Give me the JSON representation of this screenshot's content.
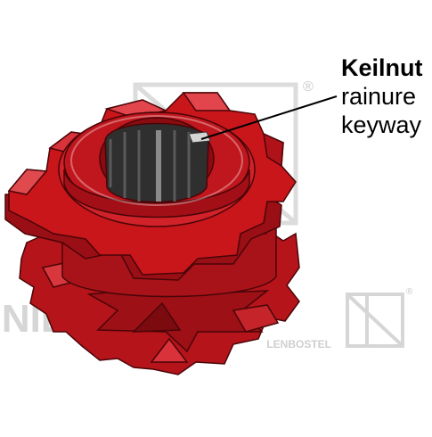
{
  "labels": {
    "de": "Keilnut",
    "fr": "rainure",
    "en": "keyway"
  },
  "watermark": {
    "brand": "NIEMEYER OF",
    "sub": "LENBOSTEL",
    "mark": "®"
  },
  "colors": {
    "part": "#c8161b",
    "part_dark": "#8e0d12",
    "part_light": "#e04a4f",
    "watermark": "#d9d9d9",
    "bore": "#2f2f2f"
  }
}
